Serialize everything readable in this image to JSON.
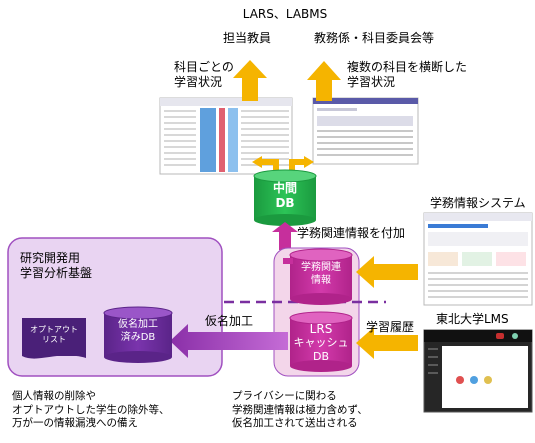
{
  "system_title": "LARS、LABMS",
  "top": {
    "left_role": "担当教員",
    "right_role": "教務係・科目委員会等",
    "left_view": [
      "科目ごとの",
      "学習状況"
    ],
    "right_view": [
      "複数の科目を横断した",
      "学習状況"
    ]
  },
  "central_db": {
    "line1": "中間",
    "line2": "DB"
  },
  "annotate_label": "学務関連情報を付加",
  "student_info_system": "学務情報システム",
  "lms_label": "東北大学LMS",
  "learning_history": "学習履歴",
  "gakumu_db": [
    "学務関連",
    "情報"
  ],
  "lrs_db": [
    "LRS",
    "キャッシュ",
    "DB"
  ],
  "research": {
    "title": [
      "研究開発用",
      "学習分析基盤"
    ],
    "optout": [
      "オプトアウト",
      "リスト"
    ],
    "pseudonym_db": [
      "仮名加工",
      "済みDB"
    ]
  },
  "pseudonymize_label": "仮名加工",
  "notes": {
    "left": [
      "個人情報の削除や",
      "オプトアウトした学生の除外等、",
      "万が一の情報漏洩への備え"
    ],
    "center": [
      "プライバシーに関わる",
      "学務関連情報は極力含めず、",
      "仮名加工されて送出される"
    ]
  },
  "colors": {
    "arrow_orange": "#f5b400",
    "db_green": "#22b24c",
    "db_magenta": "#c62f9c",
    "panel_lavender": "#e9d4f2",
    "panel_border": "#a050c0",
    "arrow_purple": "#9b3bb5"
  }
}
